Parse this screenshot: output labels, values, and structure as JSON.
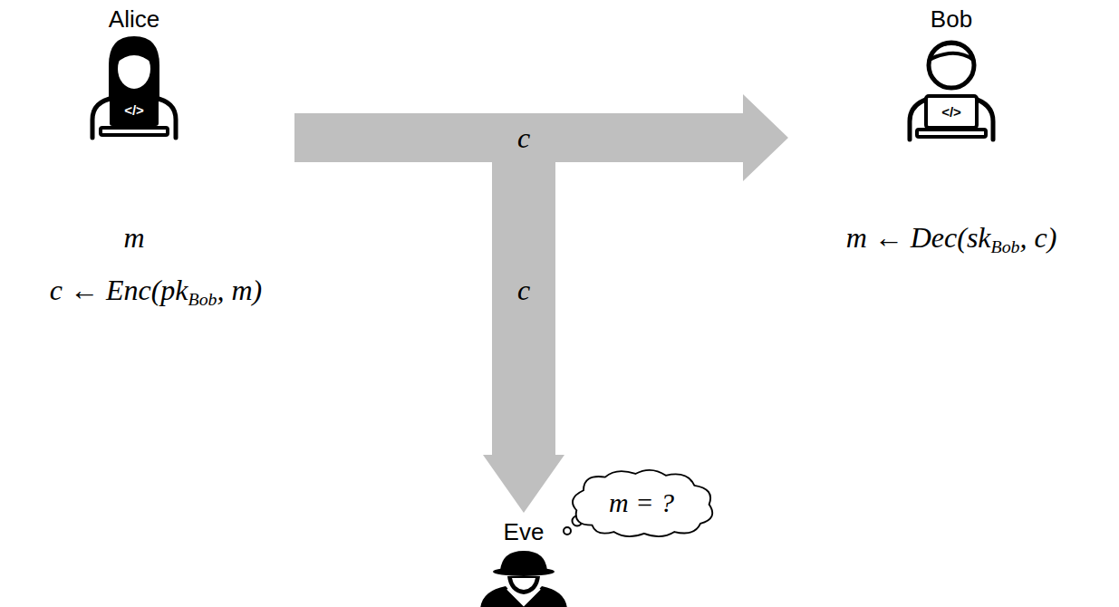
{
  "diagram": {
    "nodes": [
      {
        "text": [
          "Alice"
        ]
      },
      {
        "text": [
          "Bob"
        ]
      },
      {
        "text": [
          "Eve"
        ]
      },
      {
        "text": [
          "m = ?"
        ]
      }
    ],
    "edges": [
      {
        "from": 0,
        "to": 1,
        "arrow": "to",
        "label": "c"
      },
      {
        "from": 0,
        "to": 2,
        "arrow": "to",
        "label": "c"
      }
    ],
    "labels": [
      "</>",
      "</>",
      "m",
      "c ← Enc(pkBob, m)",
      "m ← Dec(skBob, c)"
    ]
  }
}
